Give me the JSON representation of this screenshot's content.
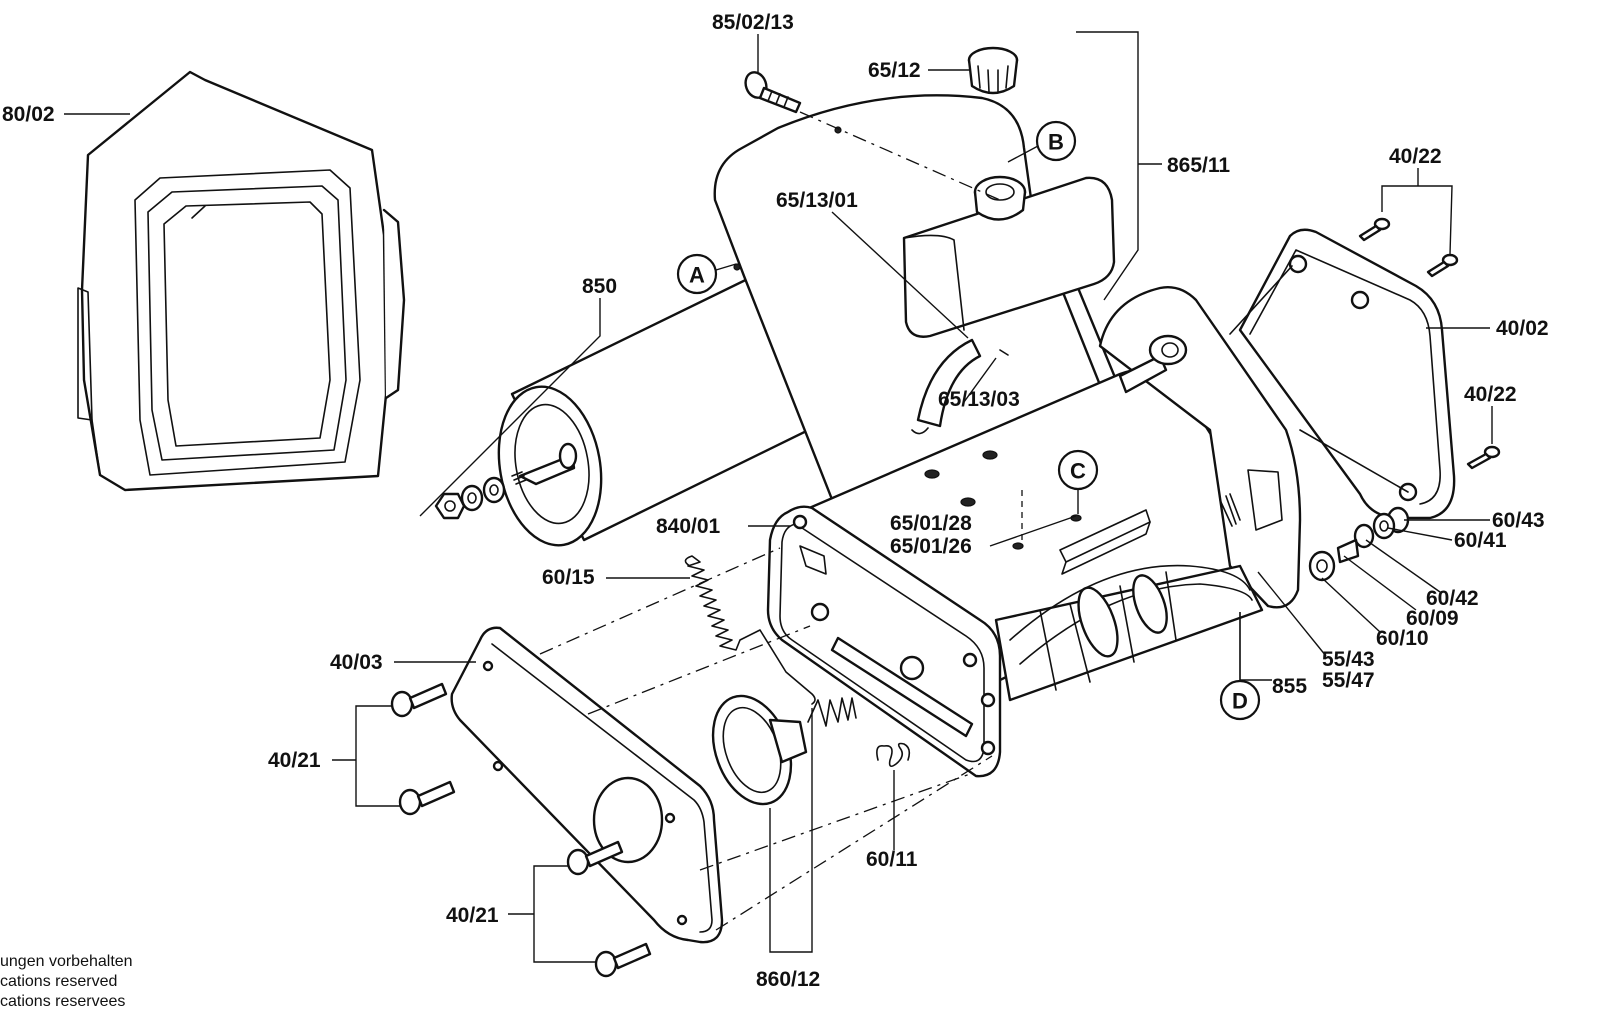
{
  "labels": {
    "p85_02_13": "85/02/13",
    "p65_12": "65/12",
    "p865_11": "865/11",
    "p80_02": "80/02",
    "p65_13_01": "65/13/01",
    "p850": "850",
    "p40_22_top": "40/22",
    "p40_02": "40/02",
    "p40_22_mid": "40/22",
    "p65_13_03": "65/13/03",
    "p840_01": "840/01",
    "p65_01_28": "65/01/28",
    "p65_01_26": "65/01/26",
    "p60_43": "60/43",
    "p60_41": "60/41",
    "p60_15": "60/15",
    "p60_42": "60/42",
    "p60_09": "60/09",
    "p60_10": "60/10",
    "p40_03": "40/03",
    "p55_43": "55/43",
    "p55_47": "55/47",
    "p855": "855",
    "p40_21_upper": "40/21",
    "p60_11": "60/11",
    "p40_21_lower": "40/21",
    "p860_12": "860/12"
  },
  "markers": {
    "a": "A",
    "b": "B",
    "c": "C",
    "d": "D"
  },
  "notes": {
    "line1": "ungen vorbehalten",
    "line2": "cations reserved",
    "line3": "cations reservees"
  }
}
